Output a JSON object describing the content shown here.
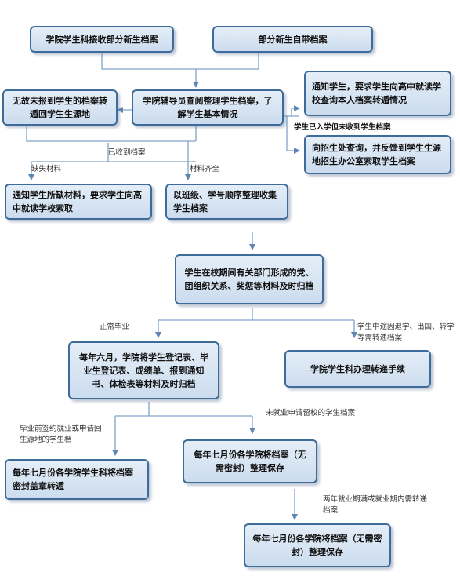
{
  "nodes": {
    "receive_files": "学院学生科接收部分新生档案",
    "self_carry": "部分新生自带档案",
    "no_report_return": "无故未报到学生的档案转遁回学生生源地",
    "counselor_review": "学院辅导员查阅整理学生档案，了解学生基本情况",
    "notify_high_school": "通知学生，要求学生向高中就读学校查询本人档案转遁情况",
    "enrollment_office": "向招生处查询，并反馈到学生生源地招生办公室索取学生档案",
    "notify_missing": "通知学生所缺材料，要求学生向高中就读学校索取",
    "organize_by_class": "以班级、学号顺序整理收集学生档案",
    "school_materials": "学生在校期间有关部门形成的党、团组织关系、奖惩等材料及时归档",
    "june_archive": "每年六月，学院将学生登记表、毕业生登记表、成绩单、报到通知书、体检表等材料及时归档",
    "transfer_procedure": "学院学生科办理转递手续",
    "july_sealed": "每年七月份各学院学生科将档案密封盖章转遁",
    "july_unsealed_1": "每年七月份各学院将档案（无需密封）整理保存",
    "july_unsealed_2": "每年七月份各学院将档案（无需密封）整理保存"
  },
  "labels": {
    "not_received": "学生已入学但未收到学生档案",
    "received": "已收到档案",
    "missing": "缺失材料",
    "complete": "材料齐全",
    "normal_grad": "正常毕业",
    "dropout": "学生中途因退学、出国、转学等需转递档案",
    "signed_job": "毕业前签约就业或申请回生源地的学生档",
    "unemployed_stay": "未就业申请留校的学生档案",
    "two_years": "两年就业期满或就业期内需转递档案"
  }
}
